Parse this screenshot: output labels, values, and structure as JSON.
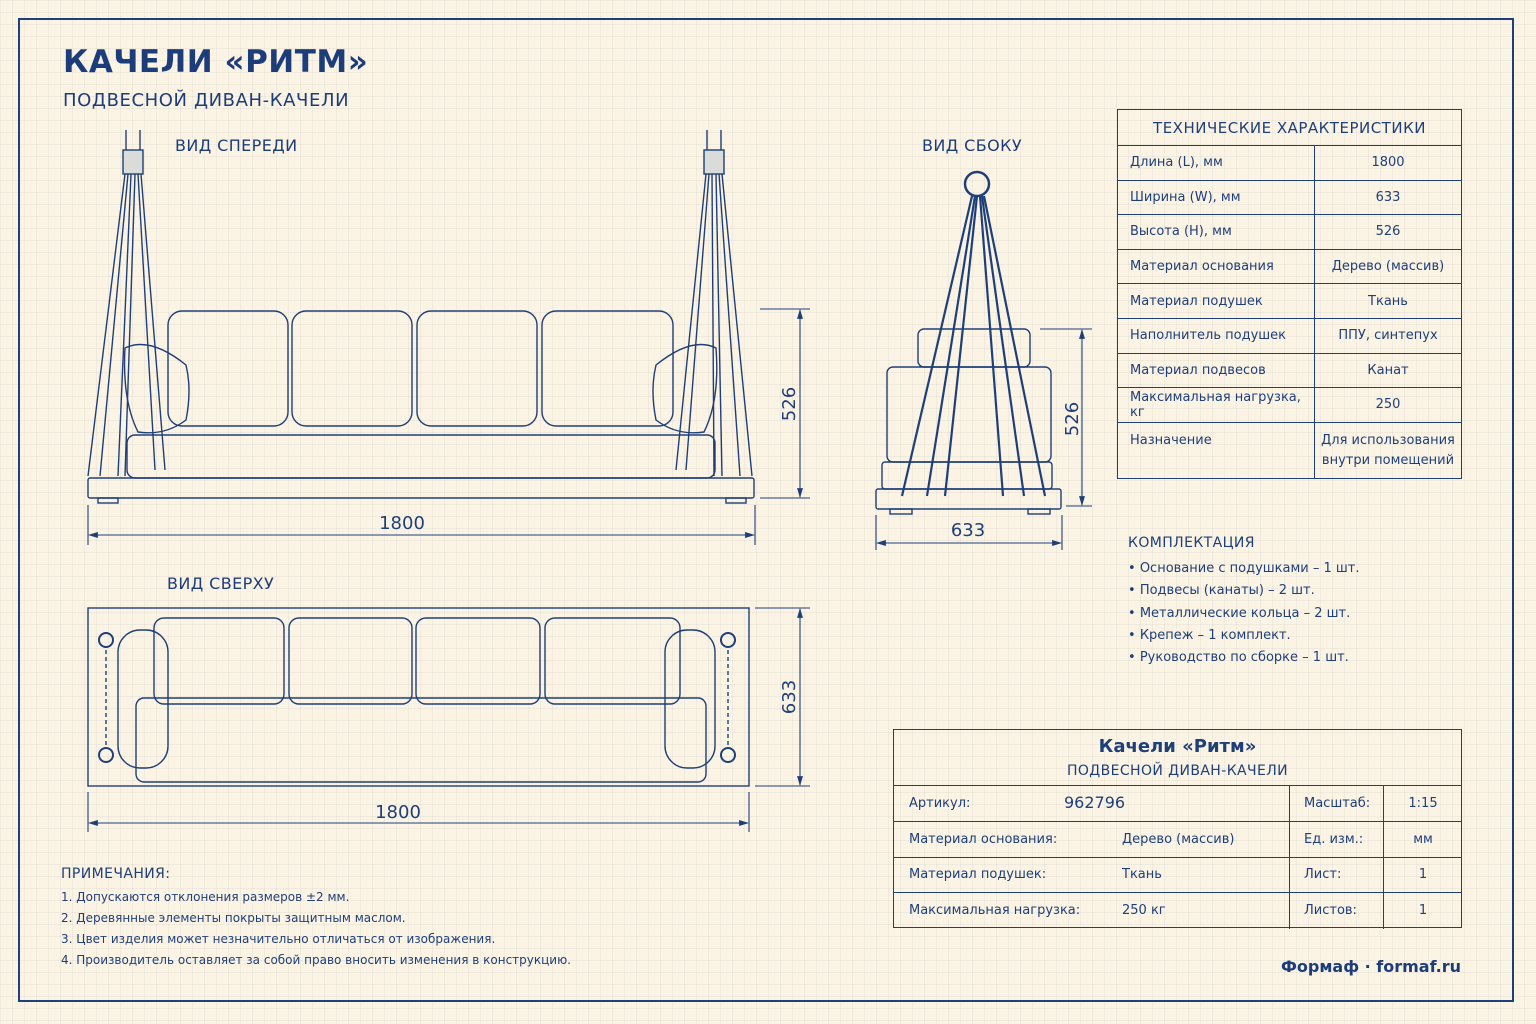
{
  "header": {
    "title": "КАЧЕЛИ «РИТМ»",
    "subtitle": "ПОДВЕСНОЙ ДИВАН-КАЧЕЛИ"
  },
  "views": {
    "front": {
      "label": "ВИД СПЕРЕДИ",
      "length": "1800",
      "height": "526"
    },
    "side": {
      "label": "ВИД СБОКУ",
      "width": "633",
      "height": "526"
    },
    "top": {
      "label": "ВИД СВЕРХУ",
      "length": "1800",
      "width": "633"
    }
  },
  "specs": {
    "heading": "ТЕХНИЧЕСКИЕ ХАРАКТЕРИСТИКИ",
    "rows": [
      {
        "label": "Длина (L), мм",
        "value": "1800"
      },
      {
        "label": "Ширина (W), мм",
        "value": "633"
      },
      {
        "label": "Высота (H), мм",
        "value": "526"
      },
      {
        "label": "Материал основания",
        "value": "Дерево (массив)"
      },
      {
        "label": "Материал подушек",
        "value": "Ткань"
      },
      {
        "label": "Наполнитель подушек",
        "value": "ППУ, синтепух"
      },
      {
        "label": "Материал подвесов",
        "value": "Канат"
      },
      {
        "label": "Максимальная нагрузка, кг",
        "value": "250"
      },
      {
        "label": "Назначение",
        "value": "Для использования внутри помещений"
      }
    ]
  },
  "kit": {
    "heading": "КОМПЛЕКТАЦИЯ",
    "items": [
      "Основание с подушками – 1 шт.",
      "Подвесы (канаты) – 2 шт.",
      "Металлические кольца – 2 шт.",
      "Крепеж – 1 комплект.",
      "Руководство по сборке – 1 шт."
    ]
  },
  "notes": {
    "heading": "ПРИМЕЧАНИЯ:",
    "items": [
      "1.  Допускаются отклонения размеров ±2 мм.",
      "2.  Деревянные элементы покрыты защитным маслом.",
      "3.  Цвет изделия может незначительно отличаться от изображения.",
      "4.  Производитель оставляет за собой право вносить изменения в конструкцию."
    ]
  },
  "stamp": {
    "title": "Качели «Ритм»",
    "subtitle": "ПОДВЕСНОЙ ДИВАН-КАЧЕЛИ",
    "article_label": "Артикул:",
    "article_value": "962796",
    "base_label": "Материал основания:",
    "base_value": "Дерево (массив)",
    "cushion_label": "Материал подушек:",
    "cushion_value": "Ткань",
    "load_label": "Максимальная нагрузка:",
    "load_value": "250 кг",
    "scale_label": "Масштаб:",
    "scale_value": "1:15",
    "unit_label": "Ед. изм.:",
    "unit_value": "мм",
    "sheet_label": "Лист:",
    "sheet_value": "1",
    "sheets_label": "Листов:",
    "sheets_value": "1"
  },
  "brand": "Формаф · formaf.ru",
  "colors": {
    "ink": "#1f3f78",
    "paper": "#fbf3e3"
  }
}
